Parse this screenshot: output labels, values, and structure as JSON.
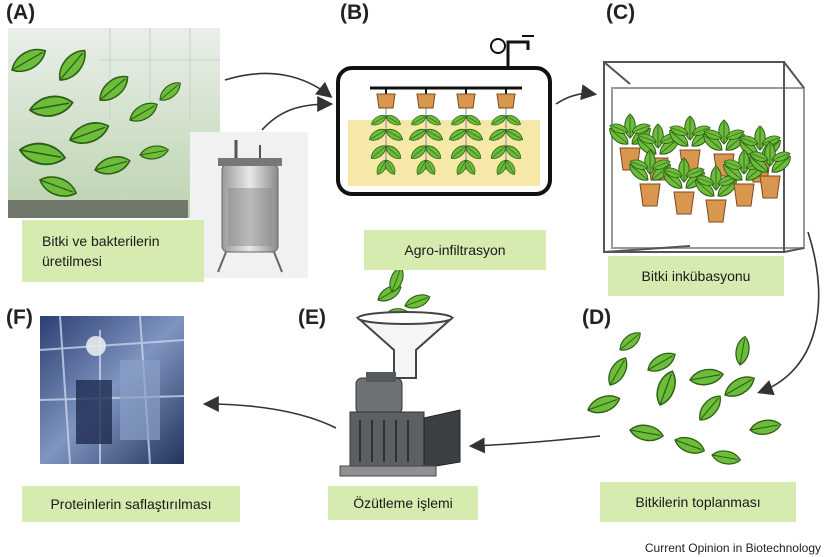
{
  "panels": {
    "a": {
      "letter": "(A)",
      "caption": "Bitki ve bakterilerin\nüretilmesi"
    },
    "b": {
      "letter": "(B)",
      "caption": "Agro-infiltrasyon"
    },
    "c": {
      "letter": "(C)",
      "caption": "Bitki inkübasyonu"
    },
    "d": {
      "letter": "(D)",
      "caption": "Bitkilerin toplanması"
    },
    "e": {
      "letter": "(E)",
      "caption": "Özütleme işlemi"
    },
    "f": {
      "letter": "(F)",
      "caption": "Proteinlerin saflaştırılması"
    }
  },
  "credit": "Current Opinion in Biotechnology",
  "colors": {
    "caption_bg": "#d6ebb0",
    "leaf_green": "#6cbd3a",
    "pot_orange": "#d9964f",
    "water_yellow": "#f6e9a8",
    "arrow": "#333333"
  }
}
